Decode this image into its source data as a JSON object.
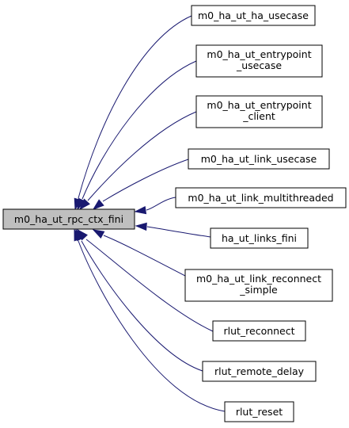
{
  "colors": {
    "background": "#ffffff",
    "root_fill": "#bfbfbf",
    "node_fill": "#ffffff",
    "node_border": "#000000",
    "highlight_border": "#ff0000",
    "edge": "#191970"
  },
  "root": {
    "label": "m0_ha_ut_rpc_ctx_fini"
  },
  "callers": [
    {
      "lines": [
        "m0_ha_ut_ha_usecase"
      ]
    },
    {
      "lines": [
        "m0_ha_ut_entrypoint",
        "_usecase"
      ]
    },
    {
      "lines": [
        "m0_ha_ut_entrypoint",
        "_client"
      ]
    },
    {
      "lines": [
        "m0_ha_ut_link_usecase"
      ]
    },
    {
      "lines": [
        "m0_ha_ut_link_multithreaded"
      ]
    },
    {
      "lines": [
        "ha_ut_links_fini"
      ],
      "highlight": true
    },
    {
      "lines": [
        "m0_ha_ut_link_reconnect",
        "_simple"
      ]
    },
    {
      "lines": [
        "rlut_reconnect"
      ]
    },
    {
      "lines": [
        "rlut_remote_delay"
      ]
    },
    {
      "lines": [
        "rlut_reset"
      ]
    }
  ]
}
